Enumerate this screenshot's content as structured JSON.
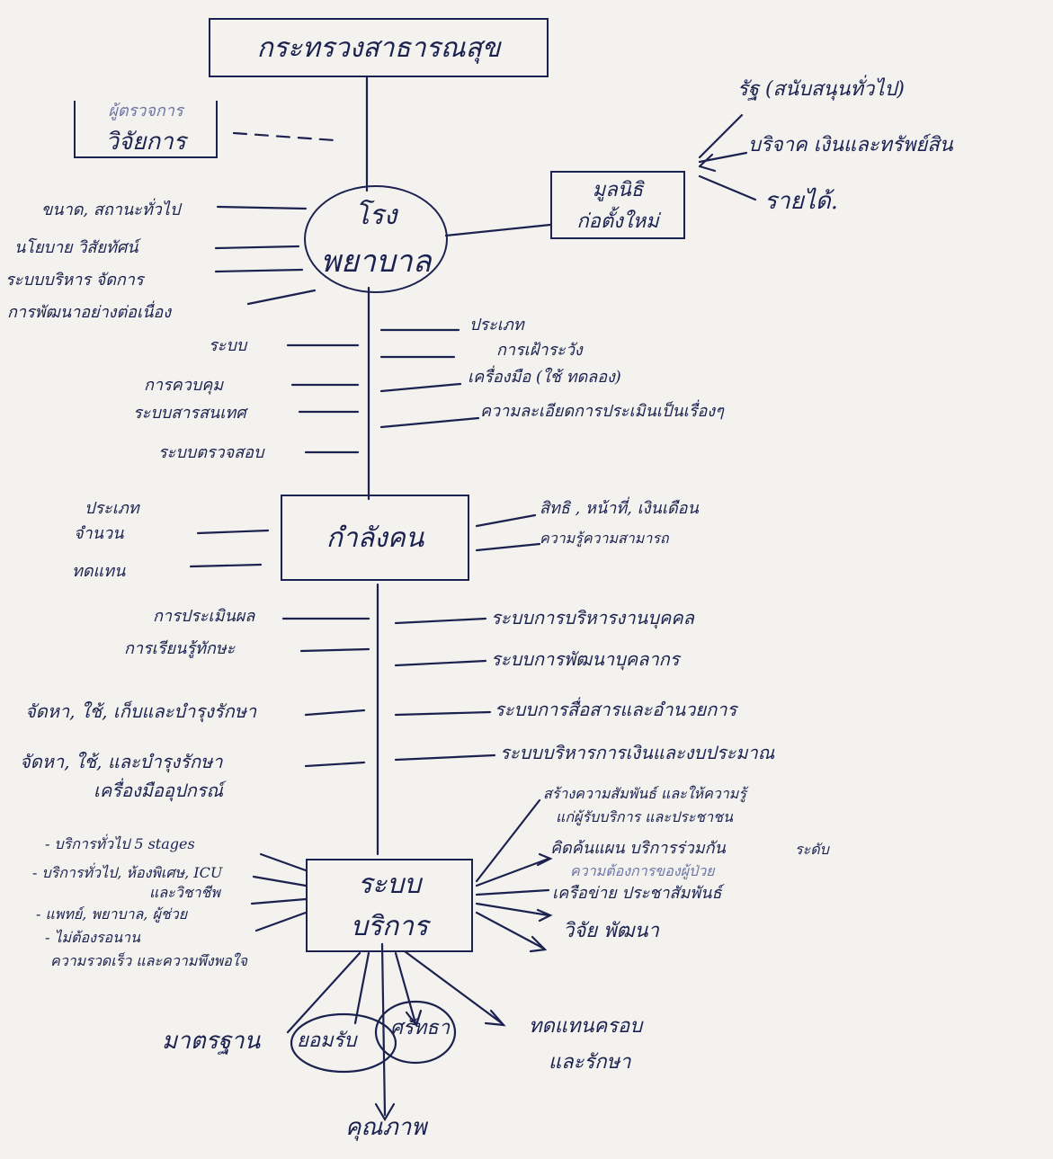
{
  "colors": {
    "ink": "#1c2250",
    "paper": "#f3f2ee",
    "faint_ink": "#6f76a8"
  },
  "top_box": "กระทรวงสาธารณสุข",
  "monitor_box": [
    "ผู้ตรวจการ",
    "วิจัยการ"
  ],
  "hospital": [
    "โรง",
    "พยาบาล"
  ],
  "foundation_box": [
    "มูลนิธิ",
    "ก่อตั้งใหม่"
  ],
  "foundation_items": [
    "รัฐ (สนับสนุนทั่วไป)",
    "บริจาค เงินและทรัพย์สิน",
    "รายได้."
  ],
  "hospital_left": [
    "ขนาด, สถานะทั่วไป",
    "นโยบาย วิสัยทัศน์",
    "ระบบบริหาร จัดการ",
    "การพัฒนาอย่างต่อเนื่อง"
  ],
  "mid_left": [
    "ระบบ",
    "การควบคุม",
    "ระบบสารสนเทศ",
    "ระบบตรวจสอบ"
  ],
  "mid_right": [
    "ประเภท",
    "การเฝ้าระวัง",
    "เครื่องมือ (ใช้ ทดลอง)",
    "ความละเอียดการประเมินเป็นเรื่องๆ"
  ],
  "staff_box": "กำลังคน",
  "staff_left": [
    "ประเภท",
    "จำนวน",
    "ทดแทน"
  ],
  "staff_right": [
    "สิทธิ , หน้าที่, เงินเดือน",
    "ความรู้ความสามารถ"
  ],
  "lower_left": [
    "การประเมินผล",
    "การเรียนรู้ทักษะ",
    "จัดหา, ใช้, เก็บและบำรุงรักษา",
    "จัดหา, ใช้, และบำรุงรักษา",
    "เครื่องมืออุปกรณ์"
  ],
  "lower_right": [
    "ระบบการบริหารงานบุคคล",
    "ระบบการพัฒนาบุคลากร",
    "ระบบการสื่อสารและอำนวยการ",
    "ระบบบริหารการเงินและงบประมาณ"
  ],
  "service_box": [
    "ระบบ",
    "บริการ"
  ],
  "service_left": [
    "- บริการทั่วไป 5 stages",
    "- บริการทั่วไป, ห้องพิเศษ, ICU",
    "และวิชาชีพ",
    "- แพทย์, พยาบาล, ผู้ช่วย",
    "- ไม่ต้องรอนาน",
    "ความรวดเร็ว และความพึงพอใจ"
  ],
  "service_right": [
    "สร้างความสัมพันธ์ และให้ความรู้",
    "แก่ผู้รับบริการ และประชาชน",
    "คิดค้นแผน บริการร่วมกัน",
    "ระดับ",
    "ความต้องการของผู้ป่วย",
    "เครือข่าย ประชาสัมพันธ์",
    "วิจัย พัฒนา"
  ],
  "outcomes": [
    "มาตรฐาน",
    "ยอมรับ",
    "ศรัทธา",
    "ทดแทนครอบ",
    "และรักษา",
    "คุณภาพ"
  ]
}
